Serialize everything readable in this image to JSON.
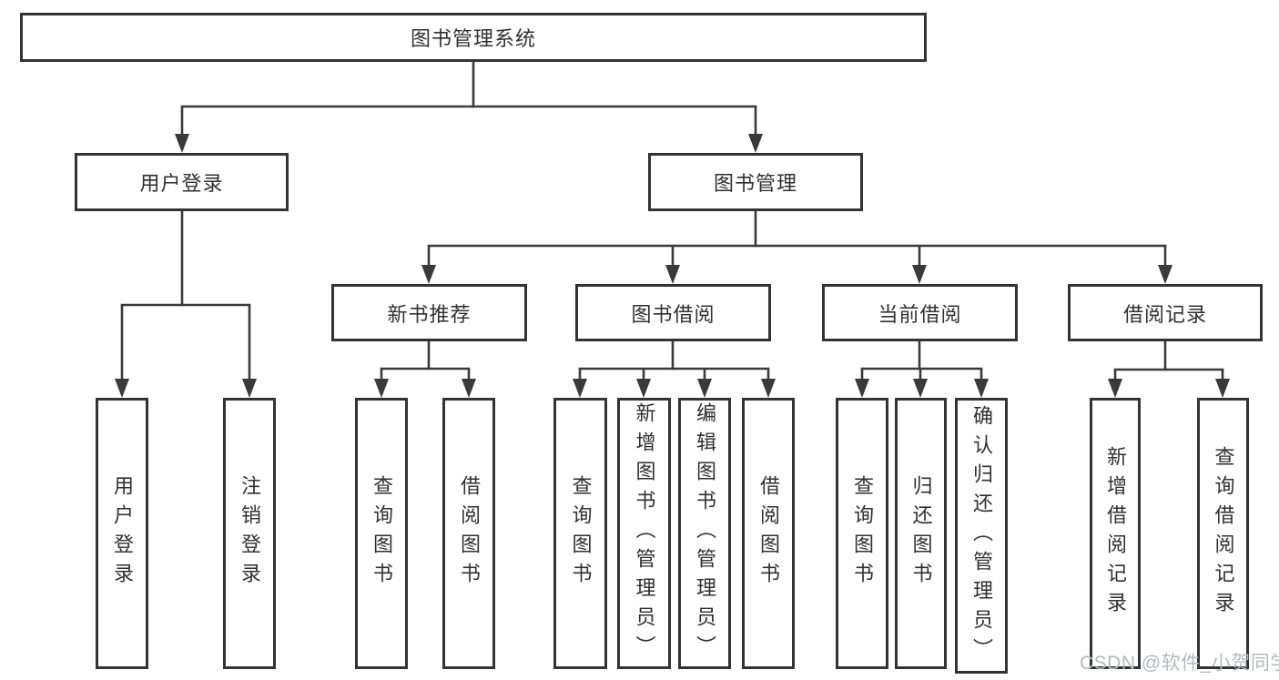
{
  "diagram": {
    "root": {
      "label": "图书管理系统",
      "children": [
        {
          "label": "用户登录",
          "children": [
            {
              "label": "用户登录"
            },
            {
              "label": "注销登录"
            }
          ]
        },
        {
          "label": "图书管理",
          "children": [
            {
              "label": "新书推荐",
              "children": [
                {
                  "label": "查询图书"
                },
                {
                  "label": "借阅图书"
                }
              ]
            },
            {
              "label": "图书借阅",
              "children": [
                {
                  "label": "查询图书"
                },
                {
                  "label": "新增图书（管理员）"
                },
                {
                  "label": "编辑图书（管理员）"
                },
                {
                  "label": "借阅图书"
                }
              ]
            },
            {
              "label": "当前借阅",
              "children": [
                {
                  "label": "查询图书"
                },
                {
                  "label": "归还图书"
                },
                {
                  "label": "确认归还（管理员）"
                }
              ]
            },
            {
              "label": "借阅记录",
              "children": [
                {
                  "label": "新增借阅记录"
                },
                {
                  "label": "查询借阅记录"
                }
              ]
            }
          ]
        }
      ]
    }
  },
  "watermark": {
    "text": "CSDN @软件_小贺同学"
  },
  "colors": {
    "line": "#3a3a3a",
    "border": "#333333",
    "text": "#303030",
    "watermark": "#b5b9bf"
  }
}
